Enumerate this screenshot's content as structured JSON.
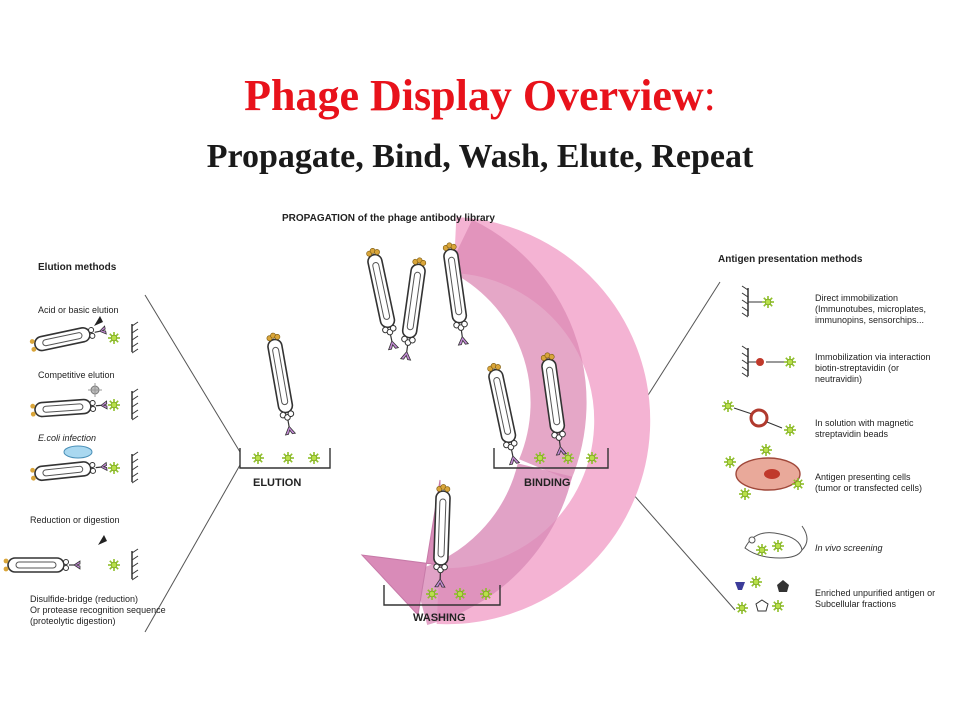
{
  "title": {
    "main": "Phage Display Overview",
    "colon": ":",
    "subtitle": "Propagate, Bind, Wash, Elute, Repeat"
  },
  "cycle": {
    "top_label": "PROPAGATION of the phage antibody library",
    "stages": {
      "elution": "ELUTION",
      "binding": "BINDING",
      "washing": "WASHING"
    }
  },
  "elution_panel": {
    "heading": "Elution methods",
    "items": [
      "Acid or basic elution",
      "Competitive elution",
      "E.coli infection",
      "Reduction or digestion"
    ],
    "legend": [
      "Disulfide-bridge (reduction)",
      "Or protease recognition sequence",
      "(proteolytic digestion)"
    ]
  },
  "antigen_panel": {
    "heading": "Antigen presentation methods",
    "items": [
      {
        "lines": [
          "Direct immobilization",
          "(Immunotubes, microplates,",
          "immunopins, sensorchips..."
        ]
      },
      {
        "lines": [
          "Immobilization via interaction",
          "biotin-streptavidin (or",
          "neutravidin)"
        ]
      },
      {
        "lines": [
          "In solution with magnetic",
          "streptavidin beads"
        ]
      },
      {
        "lines": [
          "Antigen presenting cells",
          "(tumor or transfected cells)"
        ]
      },
      {
        "lines": [
          "In vivo screening"
        ]
      },
      {
        "lines": [
          "Enriched unpurified antigen or",
          "Subcellular fractions"
        ]
      }
    ]
  },
  "colors": {
    "title_red": "#e8121b",
    "cycle_light": "#f4b3d3",
    "cycle_dark": "#dc8ab4",
    "antigen_green": "#8fbf2a",
    "phage_tip": "#d9a53a"
  },
  "icons": [
    "phage-icon",
    "antigen-icon",
    "wall-icon",
    "arrow-icon",
    "bead-icon",
    "cell-icon",
    "mouse-icon"
  ]
}
